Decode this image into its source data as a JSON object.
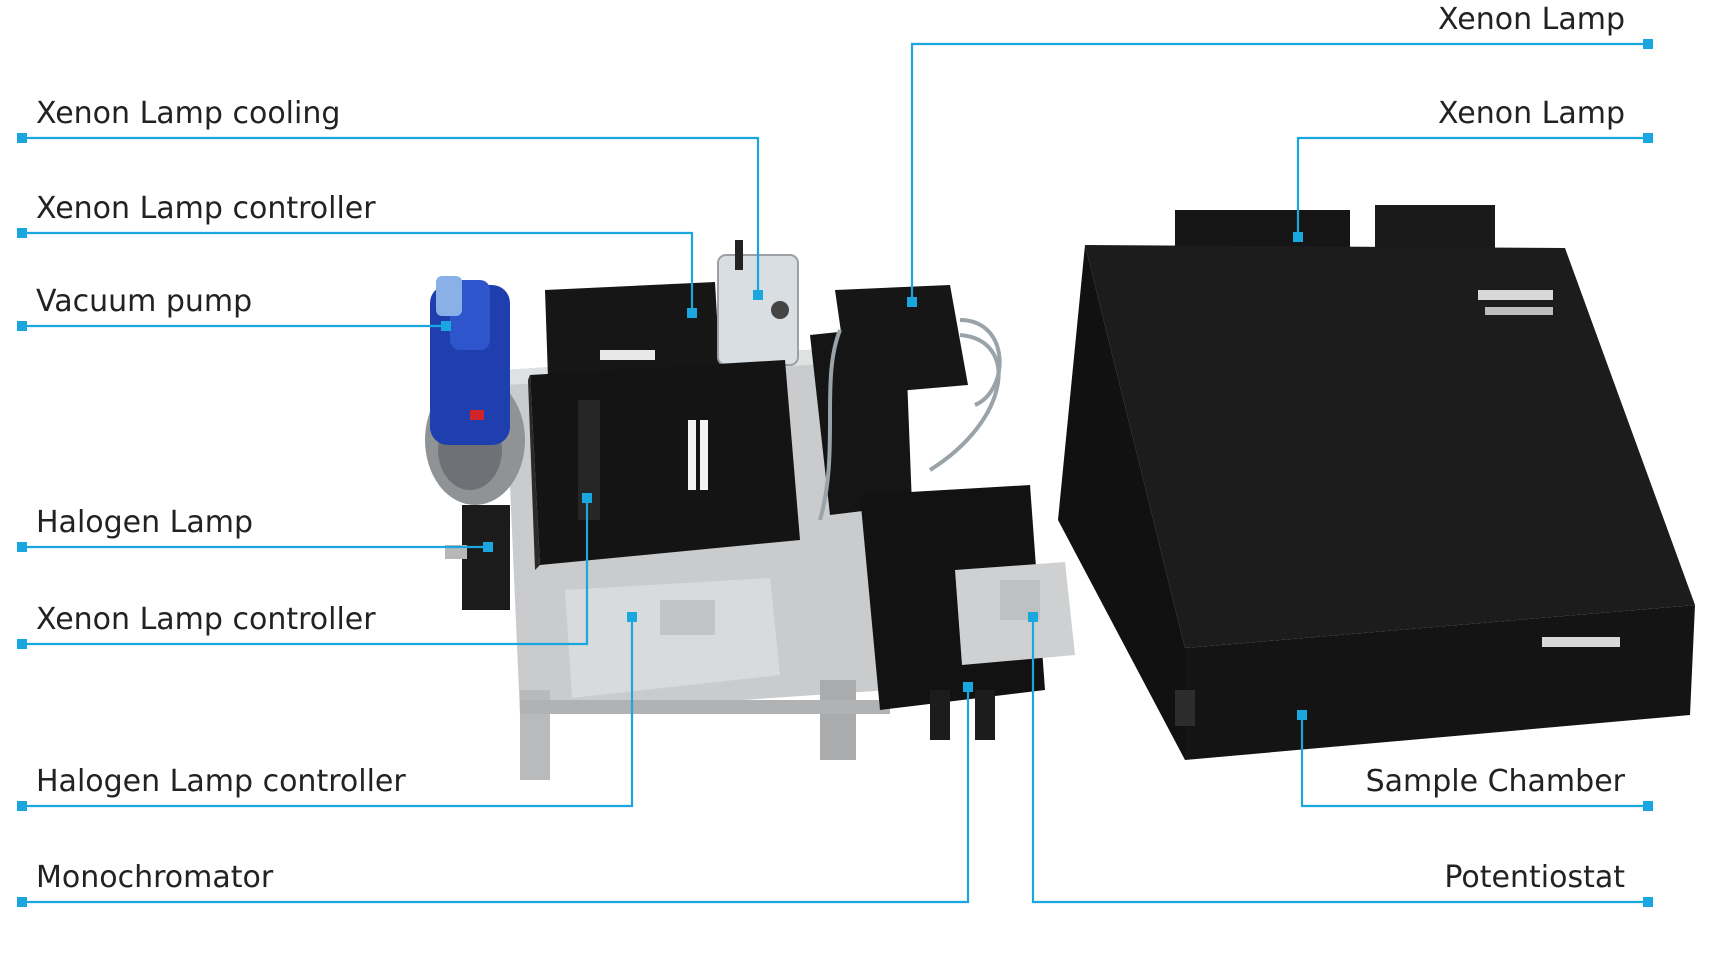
{
  "accent_color": "#1aa7e0",
  "labels": {
    "xenon_lamp_top": "Xenon Lamp",
    "xenon_lamp_cooling": "Xenon Lamp cooling",
    "xenon_lamp": "Xenon Lamp",
    "xenon_lamp_controller_upper": "Xenon Lamp controller",
    "vacuum_pump": "Vacuum pump",
    "halogen_lamp": "Halogen Lamp",
    "xenon_lamp_controller_lower": "Xenon Lamp controller",
    "halogen_lamp_controller": "Halogen Lamp controller",
    "sample_chamber": "Sample Chamber",
    "monochromator": "Monochromator",
    "potentiostat": "Potentiostat"
  }
}
